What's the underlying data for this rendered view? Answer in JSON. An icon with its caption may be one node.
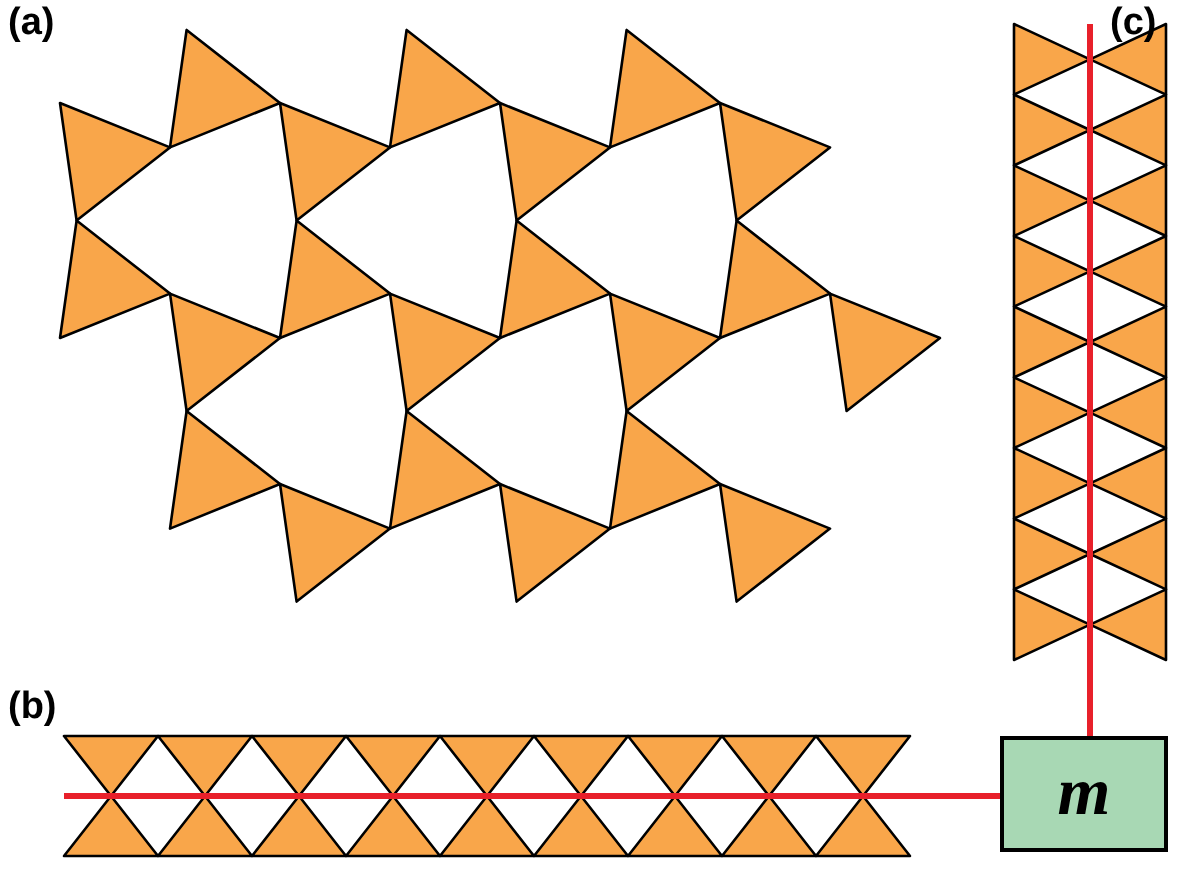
{
  "diagram": {
    "nodes": [
      {
        "text": [],
        "shape": "picture"
      },
      {
        "text": [],
        "shape": "picture"
      },
      {
        "text": [
          "m"
        ]
      }
    ],
    "edges": [
      {
        "from": 1,
        "to": 2,
        "arrow": "none"
      },
      {
        "from": 0,
        "to": 2,
        "arrow": "none"
      }
    ],
    "labels": [
      "(a)",
      "(c)",
      "(b)"
    ]
  }
}
